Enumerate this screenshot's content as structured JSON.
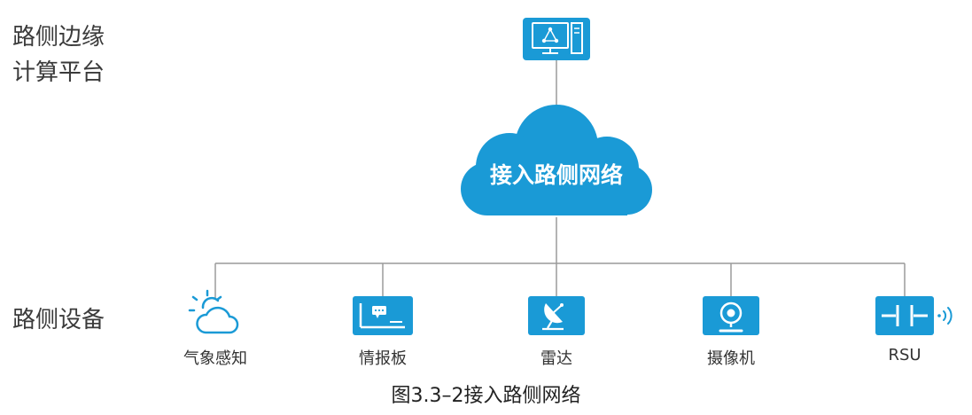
{
  "labels": {
    "edge_platform": [
      "路侧边缘",
      "计算平台"
    ],
    "roadside_devices": "路侧设备"
  },
  "network": {
    "title": "接入路侧网络"
  },
  "devices": [
    {
      "label": "气象感知",
      "icon": "weather-icon"
    },
    {
      "label": "情报板",
      "icon": "info-board-icon"
    },
    {
      "label": "雷达",
      "icon": "radar-icon"
    },
    {
      "label": "摄像机",
      "icon": "camera-icon"
    },
    {
      "label": "RSU",
      "icon": "rsu-icon"
    }
  ],
  "caption": "图3.3–2接入路侧网络",
  "colors": {
    "accent": "#1a9ad6",
    "line": "#9a9a9a",
    "text": "#333333",
    "icon_white": "#ffffff"
  }
}
